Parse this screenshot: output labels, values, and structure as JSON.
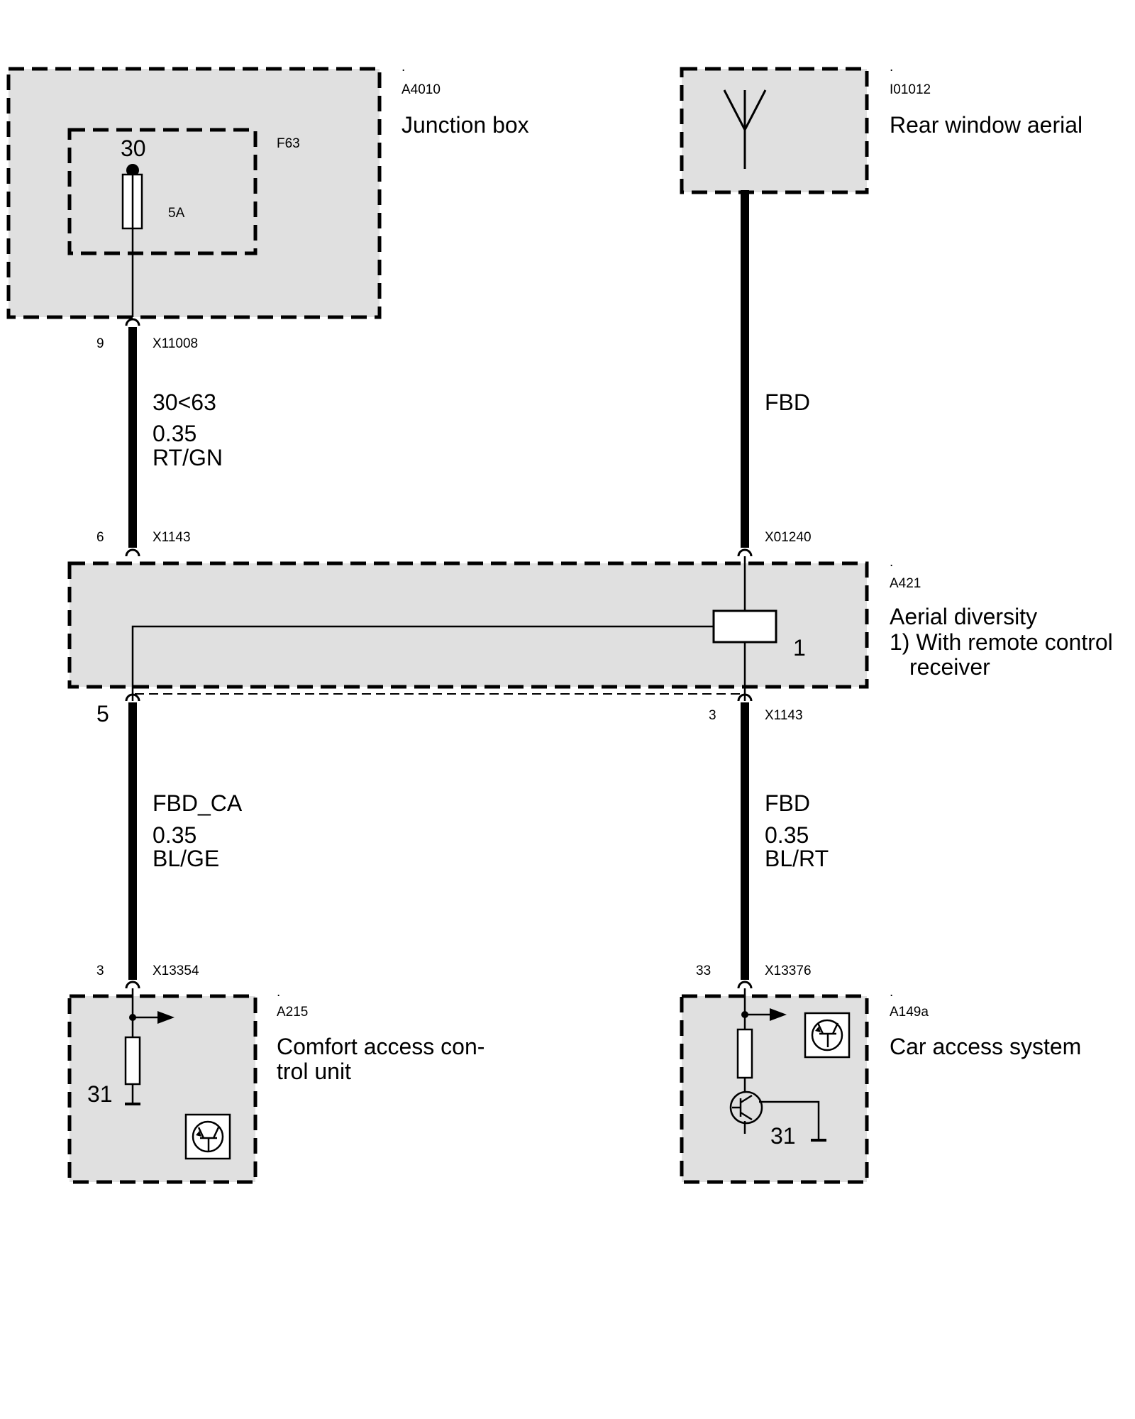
{
  "components": {
    "junction_box": {
      "dot": ".",
      "code": "A4010",
      "name": "Junction box"
    },
    "rear_aerial": {
      "dot": ".",
      "code": "I01012",
      "name": "Rear window aerial"
    },
    "aerial_diversity": {
      "dot": ".",
      "code": "A421",
      "name": "Aerial diversity",
      "note_line1": "1) With remote control",
      "note_line2": "receiver",
      "inner_label": "1"
    },
    "comfort_access": {
      "dot": ".",
      "code": "A215",
      "name_line1": "Comfort access con-",
      "name_line2": "trol unit",
      "ground_label": "31"
    },
    "car_access": {
      "dot": ".",
      "code": "A149a",
      "name": "Car access system",
      "ground_label": "31"
    }
  },
  "fuse": {
    "code": "F63",
    "terminal": "30",
    "rating": "5A"
  },
  "connectors": {
    "x11008": {
      "pin": "9",
      "code": "X11008"
    },
    "x1143_top": {
      "pin": "6",
      "code": "X1143"
    },
    "x01240": {
      "code": "X01240"
    },
    "x1143_left_bottom": {
      "pin": "5"
    },
    "x1143_right_bottom": {
      "pin": "3",
      "code": "X1143"
    },
    "x13354": {
      "pin": "3",
      "code": "X13354"
    },
    "x13376": {
      "pin": "33",
      "code": "X13376"
    }
  },
  "wires": {
    "left_top": {
      "signal": "30<63",
      "gauge": "0.35",
      "color": "RT/GN"
    },
    "right_top": {
      "signal": "FBD"
    },
    "left_bottom": {
      "signal": "FBD_CA",
      "gauge": "0.35",
      "color": "BL/GE"
    },
    "right_bottom": {
      "signal": "FBD",
      "gauge": "0.35",
      "color": "BL/RT"
    }
  },
  "colors": {
    "box_fill": "#e0e0e0",
    "line": "#000000",
    "background": "#ffffff"
  }
}
